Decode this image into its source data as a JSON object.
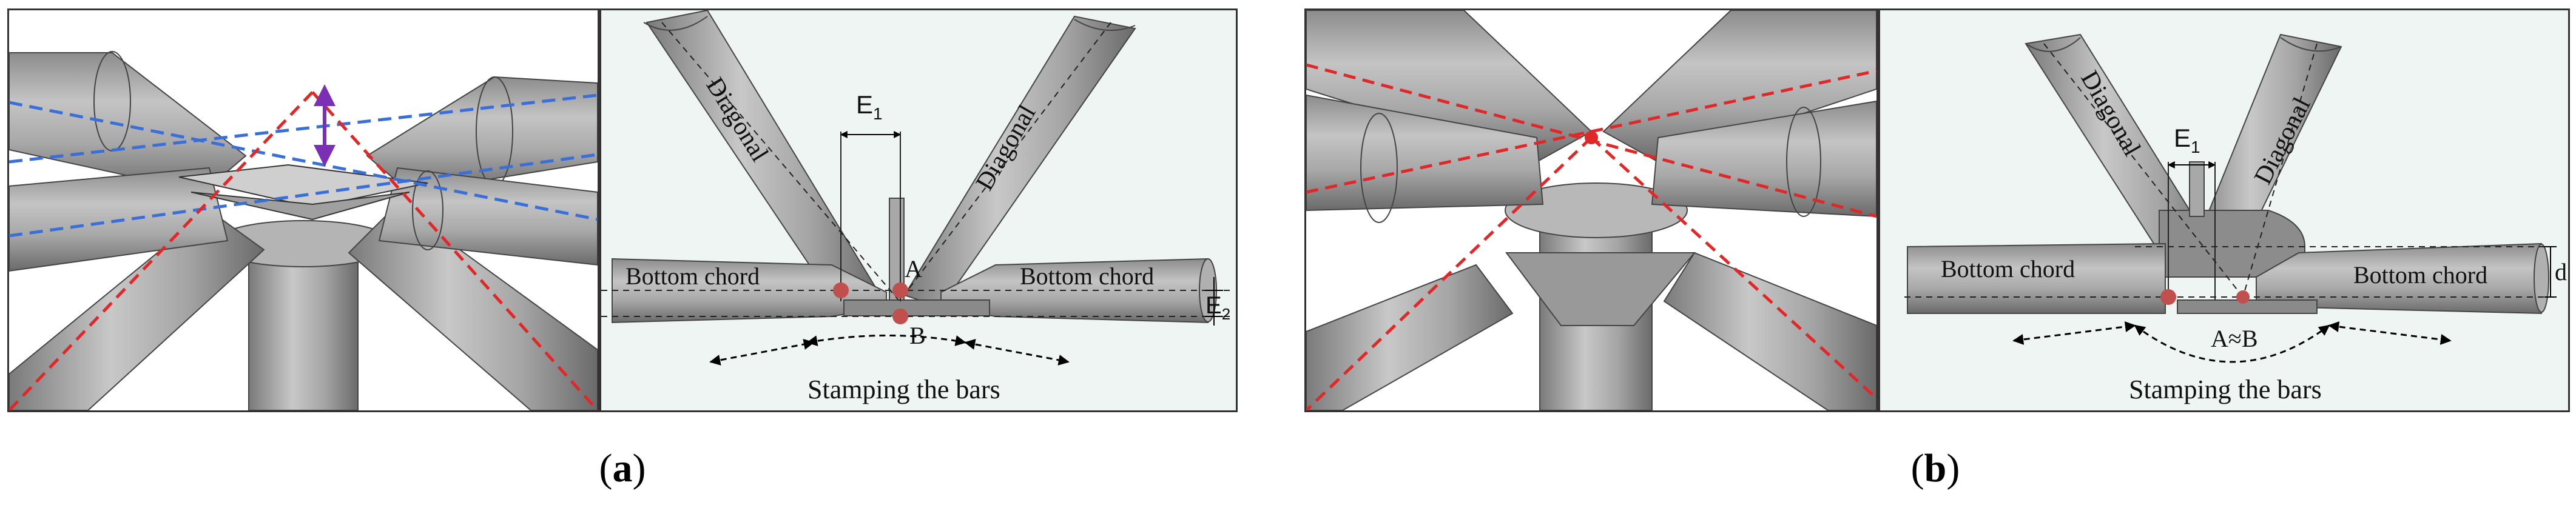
{
  "figure_a": {
    "label": "a",
    "schematic": {
      "diagonal_left": "Diagonal",
      "diagonal_right": "Diagonal",
      "eccentricity_1_base": "E",
      "eccentricity_1_sub": "1",
      "eccentricity_2_base": "E",
      "eccentricity_2_sub": "2",
      "point_a": "A",
      "point_b": "B",
      "chord_left": "Bottom chord",
      "chord_right": "Bottom chord",
      "caption": "Stamping the bars"
    }
  },
  "figure_b": {
    "label": "b",
    "schematic": {
      "diagonal_left": "Diagonal",
      "diagonal_right": "Diagonal",
      "eccentricity_1_base": "E",
      "eccentricity_1_sub": "1",
      "offset_d": "d",
      "coincidence": "A≈B",
      "chord_left": "Bottom chord",
      "chord_right": "Bottom chord",
      "caption": "Stamping the bars"
    }
  },
  "colors": {
    "bar_fill": "#9a9a9a",
    "bar_dark": "#6e6e6e",
    "blue_dash": "#3a6fd8",
    "red_dash": "#e02828",
    "purple_arrow": "#7a2fb5",
    "node_point": "#c0504d",
    "schematic_bg": "#eef5f3"
  }
}
